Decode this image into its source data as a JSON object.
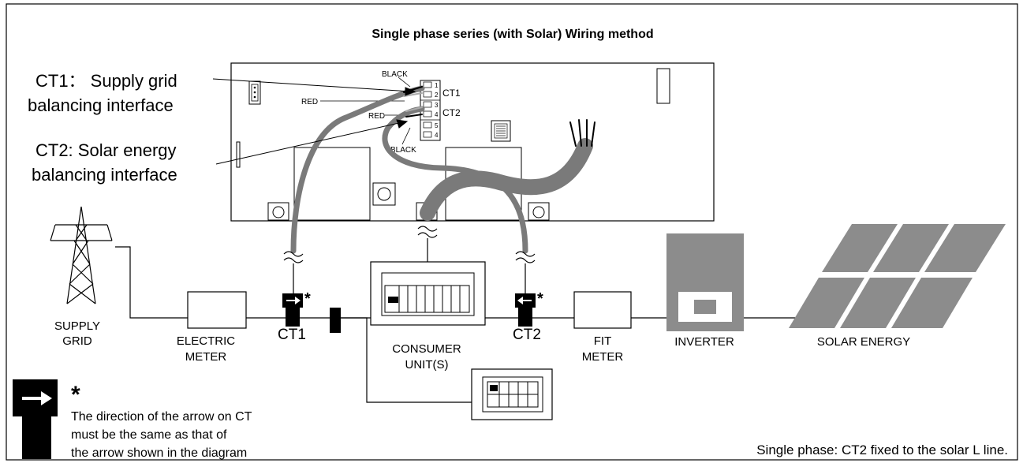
{
  "title": "Single phase series (with Solar) Wiring method",
  "callouts": {
    "ct1_line1": "CT1： Supply grid",
    "ct1_line2": "balancing interface",
    "ct2_line1": "CT2: Solar energy",
    "ct2_line2": "balancing interface"
  },
  "board_labels": {
    "black_top": "BLACK",
    "red_top": "RED",
    "red_bottom": "RED",
    "black_bottom": "BLACK",
    "terminal_ct1": "CT1",
    "terminal_ct2": "CT2",
    "pin_numbers": [
      "1",
      "2",
      "3",
      "4",
      "5",
      "4"
    ]
  },
  "components": {
    "supply_grid_1": "SUPPLY",
    "supply_grid_2": "GRID",
    "electric_meter_1": "ELECTRIC",
    "electric_meter_2": "METER",
    "ct1": "CT1",
    "consumer_unit_1": "CONSUMER",
    "consumer_unit_2": "UNIT(S)",
    "ct2": "CT2",
    "fit_meter_1": "FIT",
    "fit_meter_2": "METER",
    "inverter": "INVERTER",
    "solar_energy": "SOLAR ENERGY",
    "asterisk": "*"
  },
  "legend": {
    "asterisk": "*",
    "line1": "The direction of the arrow on CT",
    "line2": "must be the same as that of",
    "line3": "the arrow shown in the diagram"
  },
  "footnote": "Single phase: CT2 fixed to the solar L line.",
  "colors": {
    "cable": "#7a7a7a",
    "inverter_body": "#8c8c8c",
    "solar_panel": "#8c8c8c",
    "ct_block": "#000000"
  }
}
